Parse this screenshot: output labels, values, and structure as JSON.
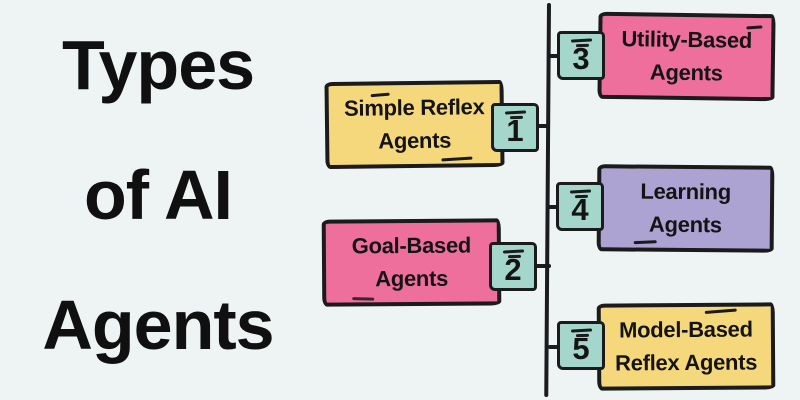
{
  "title": {
    "lines": [
      "Types",
      "of AI",
      "Agents"
    ]
  },
  "diagram": {
    "items": [
      {
        "number": "1",
        "label_lines": [
          "Simple Reflex",
          "Agents"
        ],
        "box_color": "#F6D87C",
        "side": "left"
      },
      {
        "number": "2",
        "label_lines": [
          "Goal-Based",
          "Agents"
        ],
        "box_color": "#EE6F9B",
        "side": "left"
      },
      {
        "number": "3",
        "label_lines": [
          "Utility-Based",
          "Agents"
        ],
        "box_color": "#EE6F9B",
        "side": "right"
      },
      {
        "number": "4",
        "label_lines": [
          "Learning",
          "Agents"
        ],
        "box_color": "#ACA3D3",
        "side": "right"
      },
      {
        "number": "5",
        "label_lines": [
          "Model-Based",
          "Reflex Agents"
        ],
        "box_color": "#F6D87C",
        "side": "right"
      }
    ],
    "number_badge_color": "#A5D6CC",
    "connector_color": "#1B1B1B"
  },
  "colors": {
    "background": "#EEF4F3",
    "text": "#101010",
    "yellow": "#F6D87C",
    "pink": "#EE6F9B",
    "purple": "#ACA3D3",
    "teal": "#A5D6CC",
    "ink": "#1B1B1B"
  }
}
